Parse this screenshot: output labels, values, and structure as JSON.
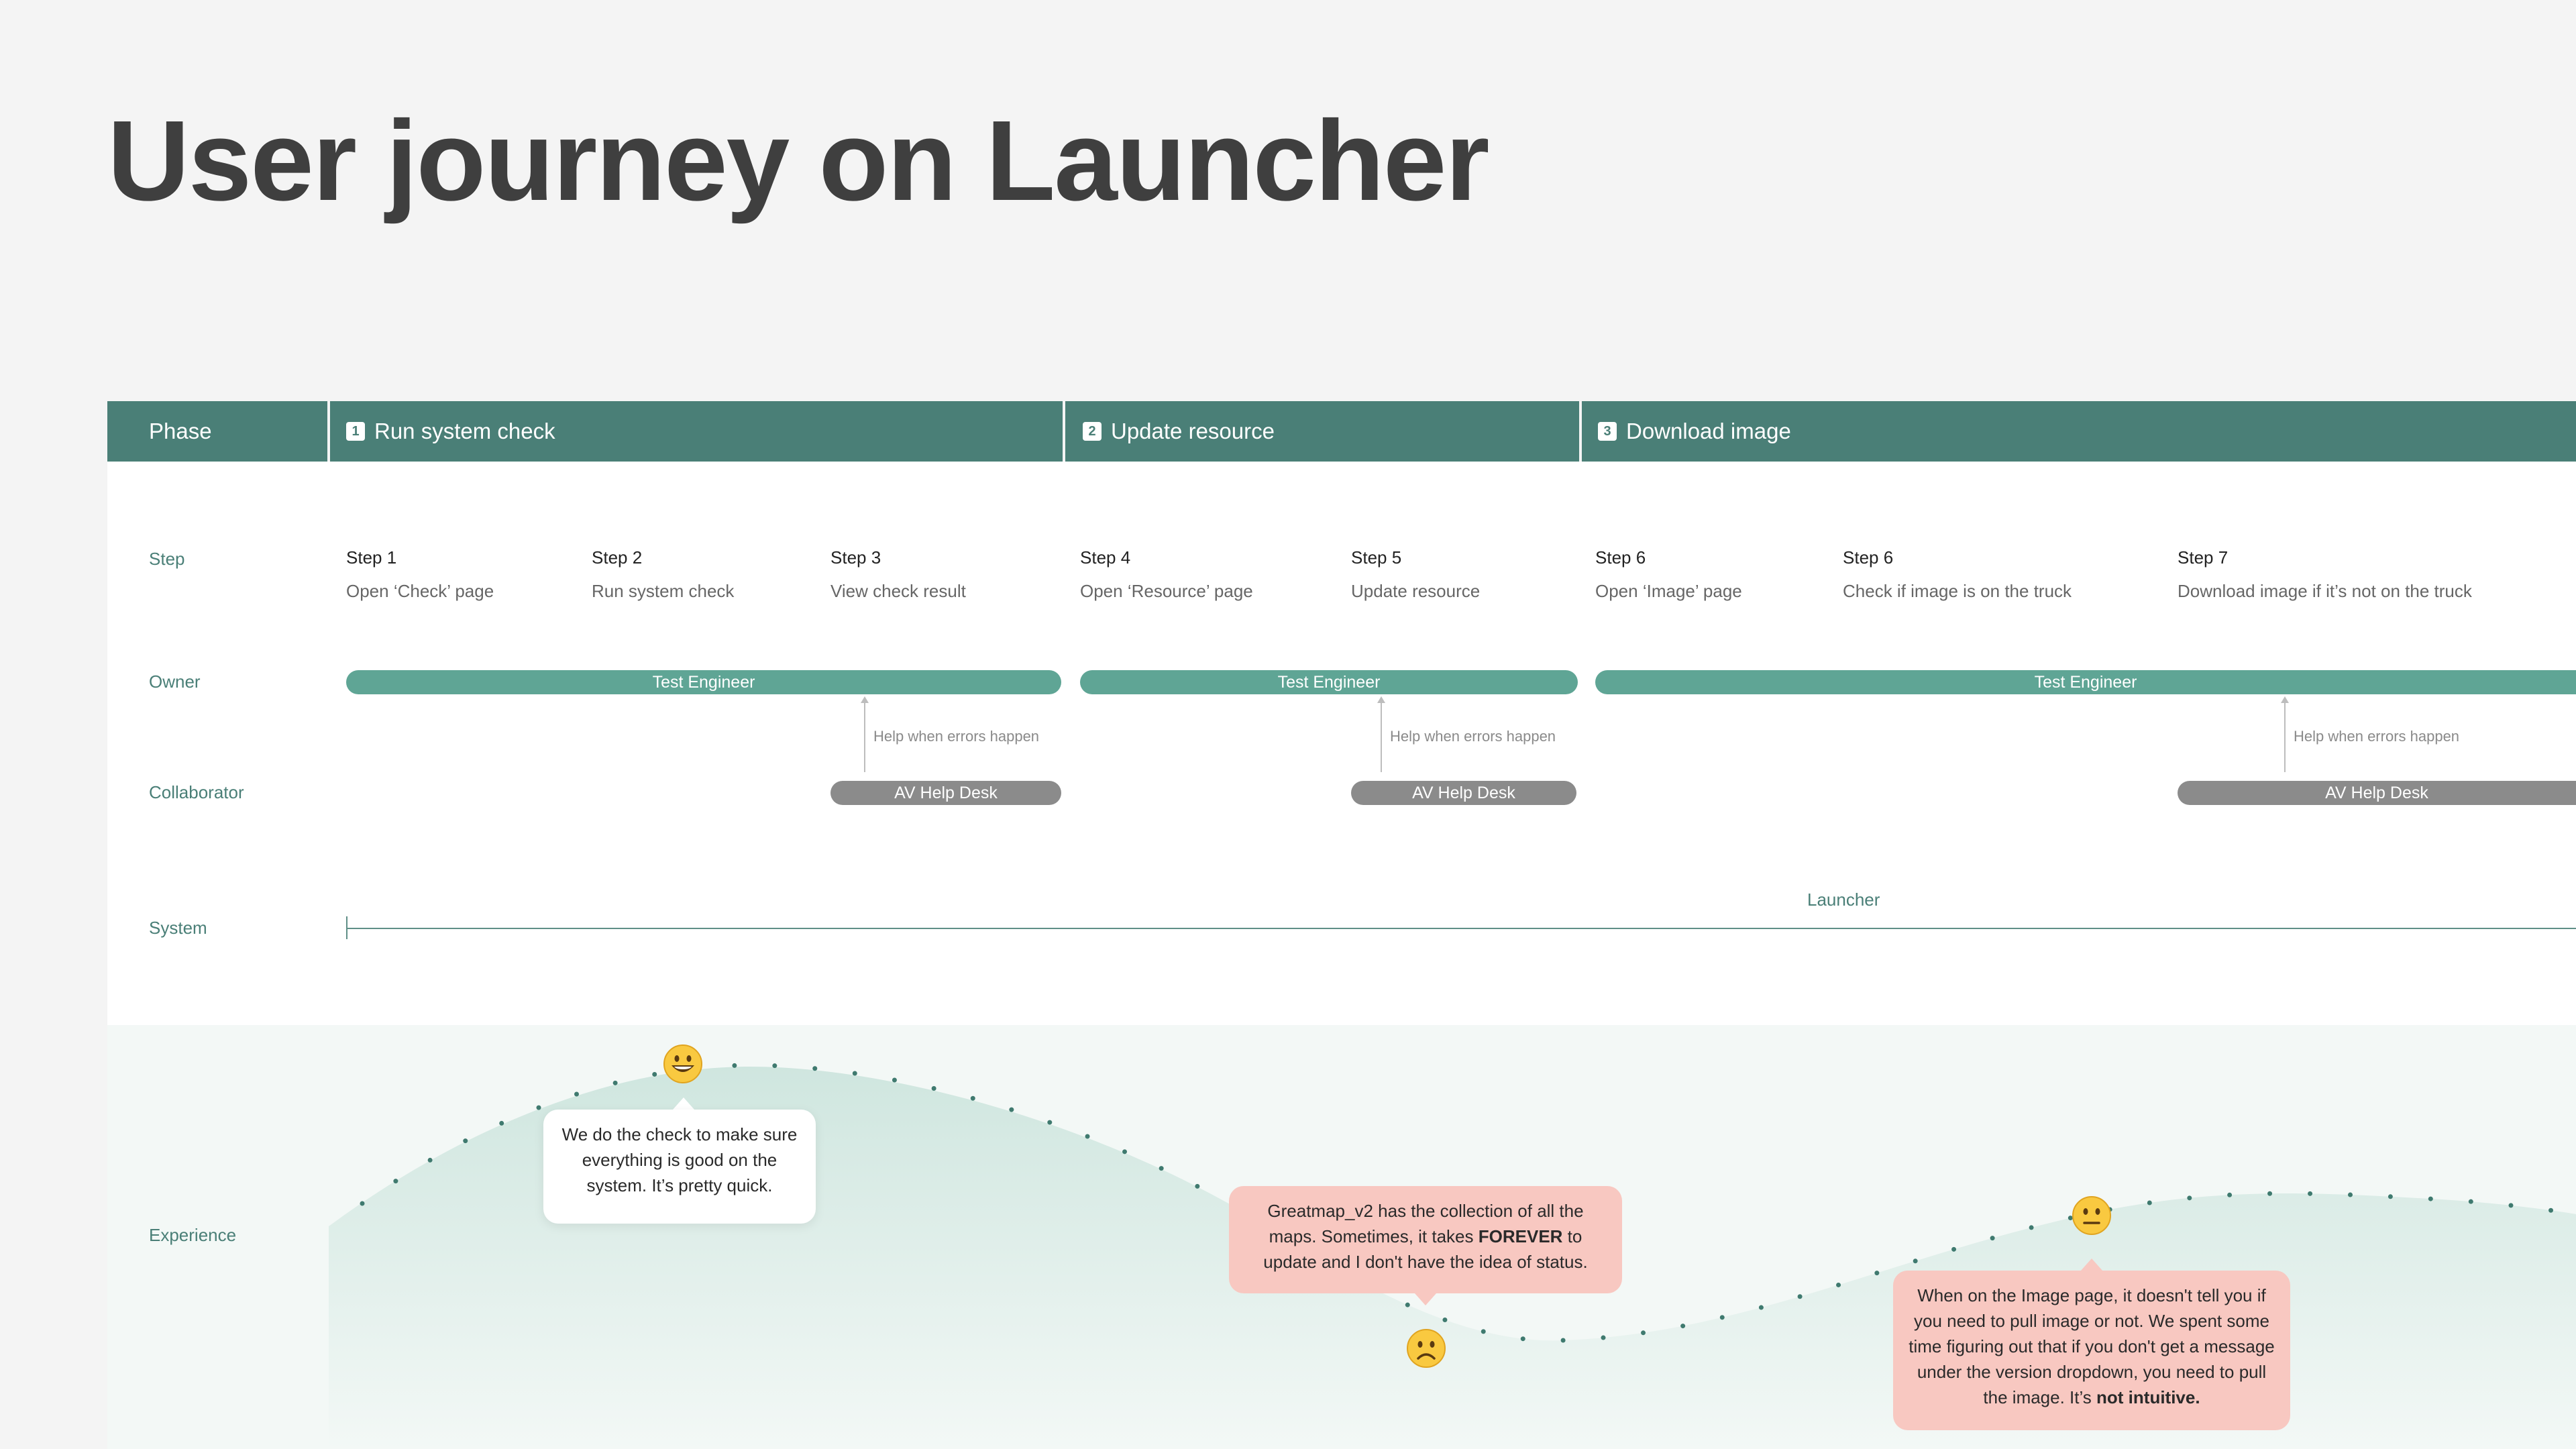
{
  "title": "User journey on Launcher",
  "phase_header": {
    "label": "Phase",
    "phases": [
      {
        "num": "1",
        "name": "Run system check"
      },
      {
        "num": "2",
        "name": "Update resource"
      },
      {
        "num": "3",
        "name": "Download image"
      }
    ]
  },
  "row_labels": {
    "step": "Step",
    "owner": "Owner",
    "collaborator": "Collaborator",
    "system": "System",
    "experience": "Experience"
  },
  "steps": [
    {
      "num": "Step 1",
      "desc": "Open ‘Check’ page"
    },
    {
      "num": "Step 2",
      "desc": "Run system check"
    },
    {
      "num": "Step 3",
      "desc": "View check result"
    },
    {
      "num": "Step 4",
      "desc": "Open ‘Resource’ page"
    },
    {
      "num": "Step 5",
      "desc": "Update resource"
    },
    {
      "num": "Step 6",
      "desc": "Open ‘Image’ page"
    },
    {
      "num": "Step 6",
      "desc": "Check if image is on the truck"
    },
    {
      "num": "Step 7",
      "desc": "Download image if it’s not on the truck"
    }
  ],
  "owners": [
    "Test Engineer",
    "Test Engineer",
    "Test Engineer"
  ],
  "help_note": "Help when errors happen",
  "collaborators": [
    "AV Help Desk",
    "AV Help Desk",
    "AV Help Desk"
  ],
  "system": "Launcher",
  "experience": {
    "quote_1": "We do the check to make sure everything is good on the system. It’s pretty quick.",
    "quote_2_pre": "Greatmap_v2 has the collection of all the maps. Sometimes, it takes ",
    "quote_2_bold": "FOREVER",
    "quote_2_post": " to update and I don't have the idea of status.",
    "quote_3_pre": "When on the Image page, it doesn't tell you if you need to pull image or not. We spent some time figuring out that if you don't get a message under the version dropdown, you need to pull the image. It’s ",
    "quote_3_bold": "not intuitive.",
    "moods": [
      "happy",
      "sad",
      "neutral"
    ]
  },
  "colors": {
    "accent": "#4a7f77",
    "owner": "#5fa595",
    "collaborator": "#8b8b8b",
    "pain": "#f8c8c1",
    "curve_fill": "#d3e8e2"
  }
}
